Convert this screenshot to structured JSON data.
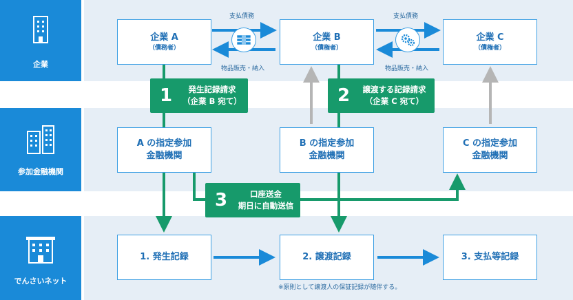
{
  "rows": {
    "company": "企業",
    "bank": "参加金融機関",
    "densai": "でんさいネット"
  },
  "companies": {
    "a": {
      "title": "企業 A",
      "sub": "（債務者）"
    },
    "b": {
      "title": "企業 B",
      "sub": "（債権者）"
    },
    "c": {
      "title": "企業 C",
      "sub": "（債権者）"
    }
  },
  "banks": {
    "a": {
      "line1": "A の指定参加",
      "line2": "金融機関"
    },
    "b": {
      "line1": "B の指定参加",
      "line2": "金融機関"
    },
    "c": {
      "line1": "C の指定参加",
      "line2": "金融機関"
    }
  },
  "records": {
    "r1": "1. 発生記録",
    "r2": "2. 譲渡記録",
    "r3": "3. 支払等記録"
  },
  "flows": {
    "debt": "支払債務",
    "sales": "物品販売・納入"
  },
  "steps": {
    "s1": {
      "num": "1",
      "line1": "発生記録請求",
      "line2": "（企業 B 宛て）"
    },
    "s2": {
      "num": "2",
      "line1": "譲渡する記録請求",
      "line2": "（企業 C 宛て）"
    },
    "s3": {
      "num": "3",
      "line1": "口座送金",
      "line2": "期日に自動送信"
    }
  },
  "note": "※原則として譲渡人の保証記録が随伴する。",
  "colors": {
    "blue": "#1a8ad8",
    "green": "#179a6b",
    "gray": "#b5b5b5",
    "band": "#e6eef6"
  }
}
